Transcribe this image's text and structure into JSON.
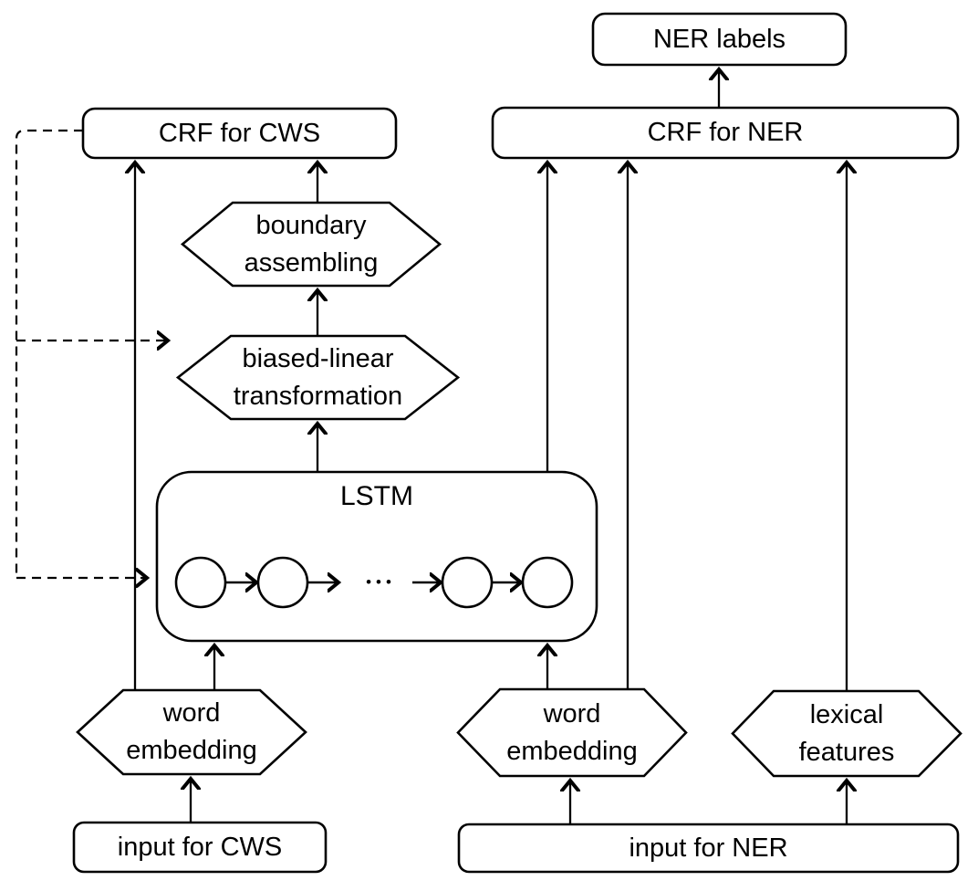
{
  "figure": {
    "background": "#ffffff",
    "stroke_color": "#000000",
    "nodes": {
      "ner_labels": {
        "label": "NER labels"
      },
      "crf_cws": {
        "label": "CRF for CWS"
      },
      "crf_ner": {
        "label": "CRF for NER"
      },
      "boundary_assembling": {
        "lines": [
          "boundary",
          "assembling"
        ]
      },
      "biased_linear": {
        "lines": [
          "biased-linear",
          "transformation"
        ]
      },
      "lstm": {
        "label": "LSTM",
        "ellipsis": "•••"
      },
      "word_embedding_cws": {
        "lines": [
          "word",
          "embedding"
        ]
      },
      "word_embedding_ner": {
        "lines": [
          "word",
          "embedding"
        ]
      },
      "lexical_features": {
        "lines": [
          "lexical",
          "features"
        ]
      },
      "input_cws": {
        "label": "input for CWS"
      },
      "input_ner": {
        "label": "input for NER"
      }
    }
  }
}
